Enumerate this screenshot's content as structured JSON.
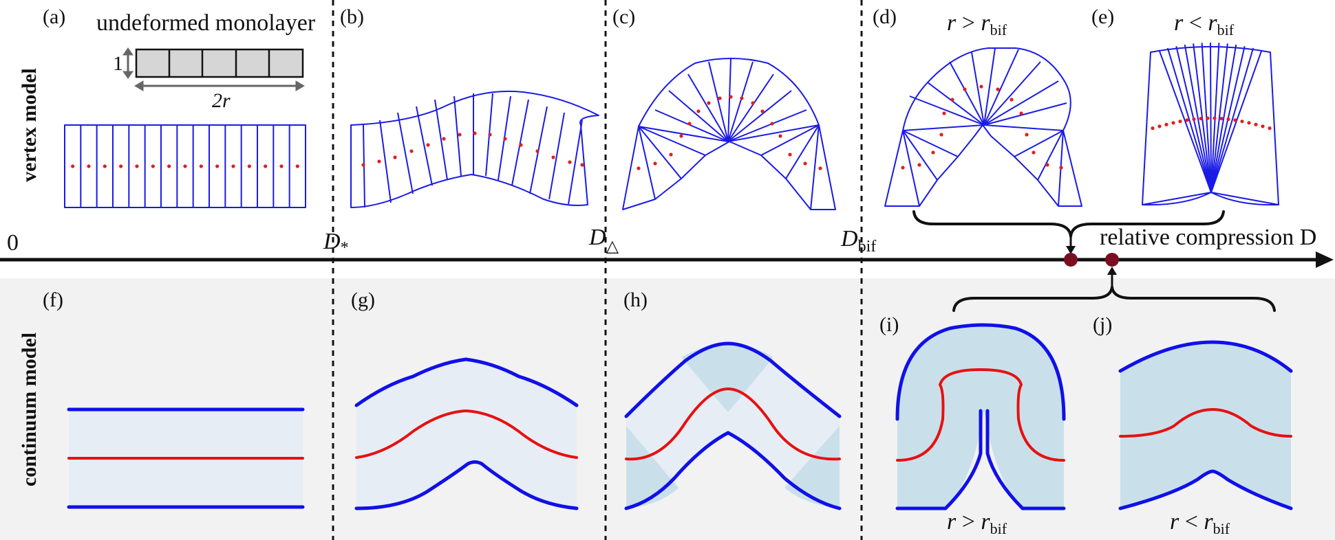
{
  "row_labels": {
    "top": "vertex model",
    "bottom": "continuum model"
  },
  "panels": {
    "a": "(a)",
    "b": "(b)",
    "c": "(c)",
    "d": "(d)",
    "e": "(e)",
    "f": "(f)",
    "g": "(g)",
    "h": "(h)",
    "i": "(i)",
    "j": "(j)"
  },
  "monolayer": {
    "title": "undeformed monolayer",
    "height_label": "1",
    "length_label": "2r"
  },
  "axis": {
    "origin": "0",
    "d_star": "D",
    "d_star_sub": "*",
    "d_triangle": "D",
    "d_triangle_sub": "△",
    "d_bif": "D",
    "d_bif_sub": "bif",
    "label": "relative compression D"
  },
  "regimes": {
    "greater": {
      "r": "r",
      "op": " > ",
      "rb": "r",
      "sub": "bif"
    },
    "less": {
      "r": "r",
      "op": " < ",
      "rb": "r",
      "sub": "bif"
    }
  },
  "colors": {
    "outline": "#1010e8",
    "midline": "#e81010",
    "fill_light": "#e6edf4",
    "fill_dark": "#c9e0ea",
    "marker": "#7a0f1f",
    "band": "#f2f2f2"
  }
}
